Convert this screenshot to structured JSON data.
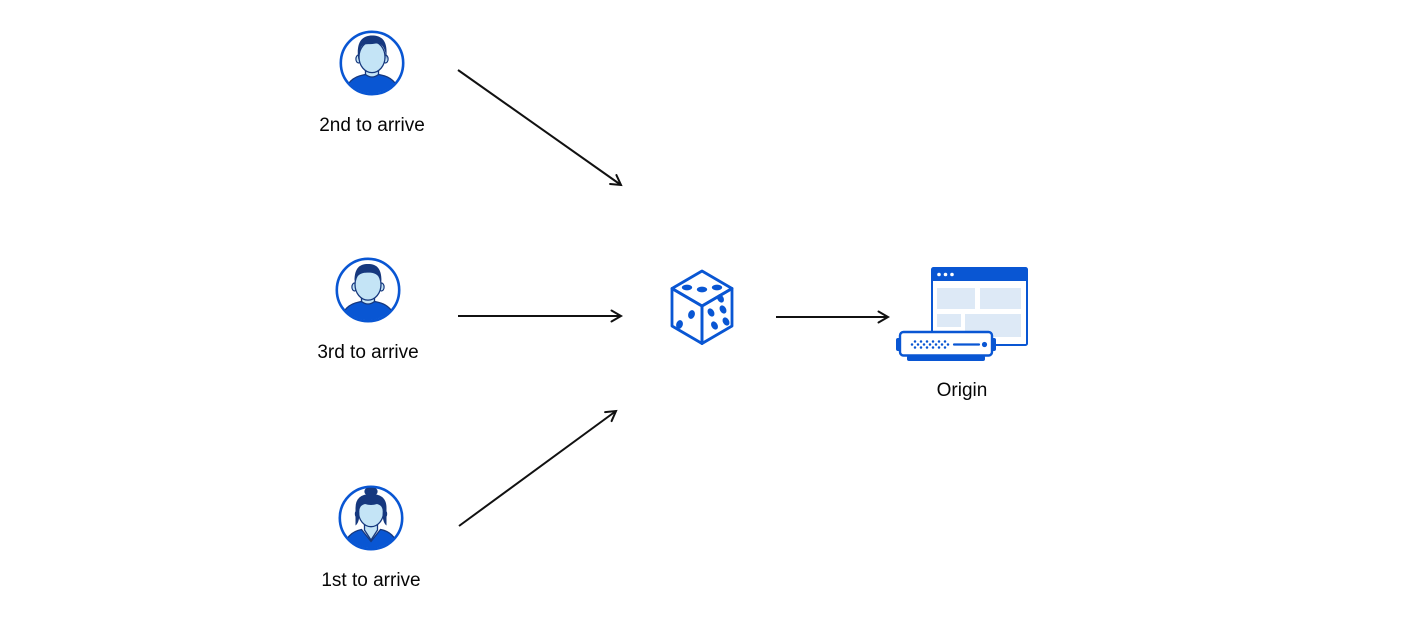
{
  "diagram": {
    "title": "random-steering-to-origin-diagram",
    "colors": {
      "primary_blue": "#0956d3",
      "dark_navy": "#16387e",
      "light_blue": "#c4e4f6",
      "panel_blue": "#dde9f6",
      "arrow": "#111111",
      "text": "#060606",
      "bg": "#ffffff"
    },
    "users": [
      {
        "label": "2nd to arrive",
        "icon": "male-user-avatar-icon"
      },
      {
        "label": "3rd to arrive",
        "icon": "male-user-avatar-2-icon"
      },
      {
        "label": "1st to arrive",
        "icon": "female-user-avatar-icon"
      }
    ],
    "router": {
      "icon": "dice-icon"
    },
    "origin": {
      "label": "Origin",
      "icon": "origin-server-browser-icon"
    }
  }
}
